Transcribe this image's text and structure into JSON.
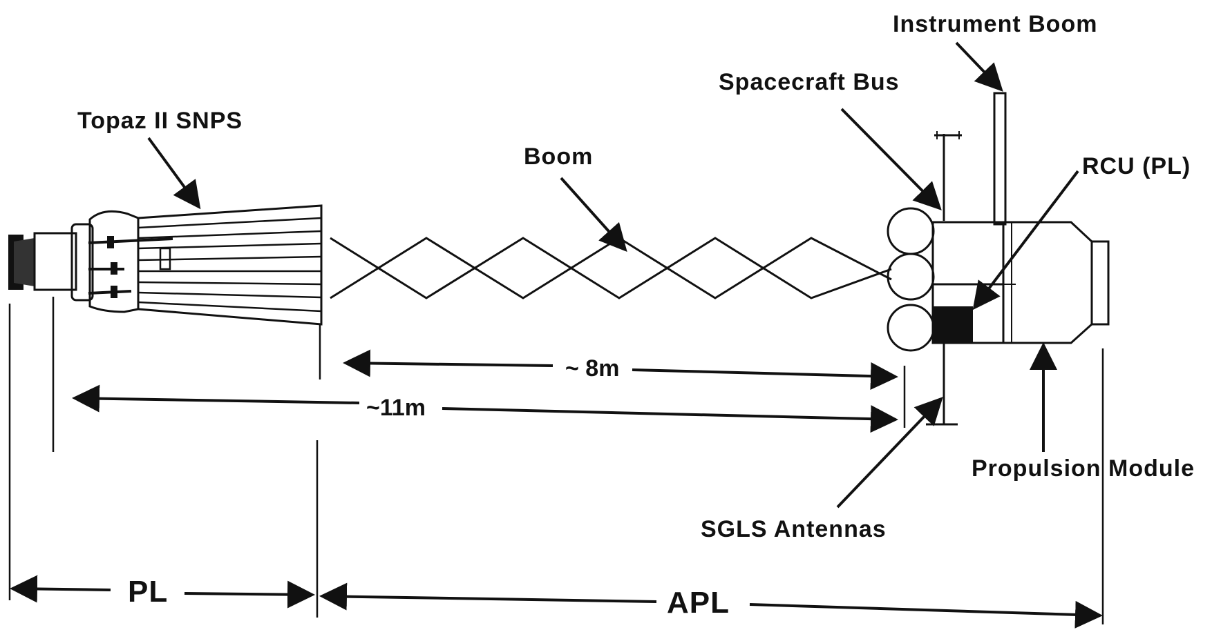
{
  "diagram": {
    "labels": {
      "instrument_boom": "Instrument Boom",
      "spacecraft_bus": "Spacecraft Bus",
      "topaz": "Topaz II SNPS",
      "boom": "Boom",
      "rcu": "RCU (PL)",
      "propulsion_module": "Propulsion Module",
      "sgls_antennas": "SGLS Antennas",
      "pl": "PL",
      "apl": "APL"
    },
    "dimensions": {
      "boom_length": "~ 8m",
      "total_length": "~11m"
    }
  }
}
